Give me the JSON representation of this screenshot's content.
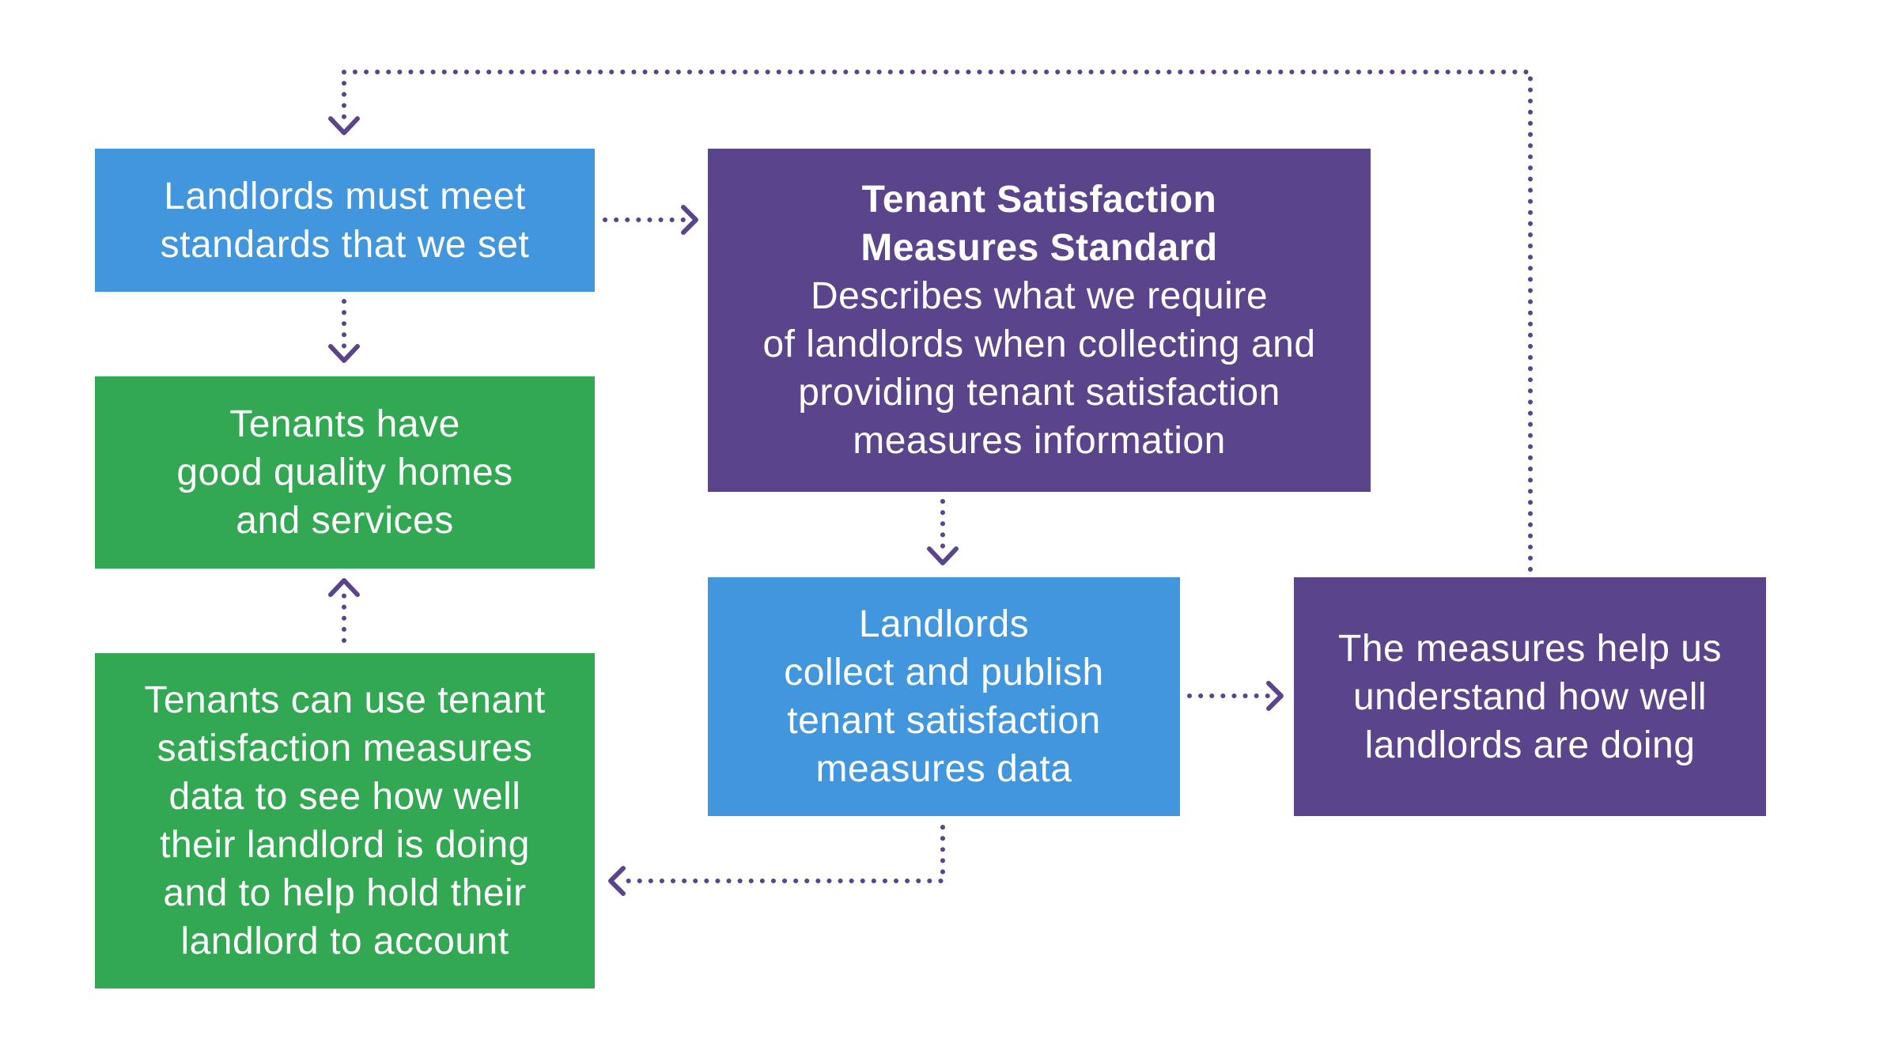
{
  "diagram": {
    "colors": {
      "blue": "#4196dd",
      "green": "#33a853",
      "purple": "#5a458d",
      "connector": "#5a458d"
    },
    "boxes": {
      "standards": {
        "lines": [
          "Landlords must meet",
          "standards that we set"
        ]
      },
      "tenants_homes": {
        "lines": [
          "Tenants have",
          "good quality homes",
          "and services"
        ]
      },
      "tenants_use": {
        "lines": [
          "Tenants can use tenant",
          "satisfaction measures",
          "data to see how well",
          "their landlord is doing",
          "and to help hold their",
          "landlord to account"
        ]
      },
      "tsm_standard": {
        "title_lines": [
          "Tenant Satisfaction",
          "Measures Standard"
        ],
        "lines": [
          "Describes what we require",
          "of landlords when collecting and",
          "providing tenant satisfaction",
          "measures information"
        ]
      },
      "landlords_collect": {
        "lines": [
          "Landlords",
          "collect and publish",
          "tenant satisfaction",
          "measures data"
        ]
      },
      "measures_help": {
        "lines": [
          "The measures help us",
          "understand how well",
          "landlords are doing"
        ]
      }
    }
  }
}
